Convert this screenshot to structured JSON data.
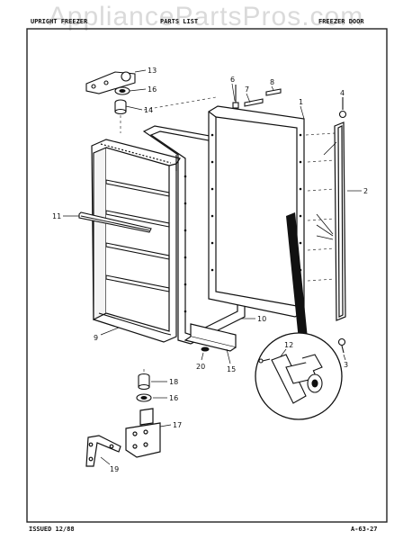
{
  "header": {
    "left": "UPRIGHT FREEZER",
    "center": "PARTS LIST",
    "right": "FREEZER DOOR"
  },
  "watermark": "AppliancePartsPros.com",
  "footer": {
    "issued": "ISSUED 12/88",
    "page_code": "A-63-27"
  },
  "callouts": {
    "c1": "1",
    "c2": "2",
    "c3": "3",
    "c4": "4",
    "c6": "6",
    "c7": "7",
    "c8": "8",
    "c9": "9",
    "c10": "10",
    "c11": "11",
    "c12": "12",
    "c13": "13",
    "c14": "14",
    "c15": "15",
    "c16a": "16",
    "c16b": "16",
    "c17": "17",
    "c18": "18",
    "c19": "19",
    "c20": "20"
  }
}
